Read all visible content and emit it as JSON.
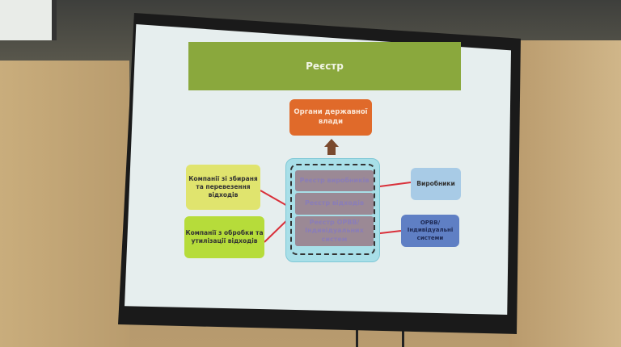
{
  "slide": {
    "title": "Реєстр",
    "authority": "Органи державної влади",
    "registry_rows": [
      "Реєстр виробників",
      "Реєстр відходів",
      "Реєстр ОРВВ/ Індивідуальних систем"
    ],
    "collectors": "Компанії зі збираня та перевезення відходів",
    "processors": "Компанії з обробки та утилізації відходів",
    "producers": "Виробники",
    "orvv": "ОРВВ/ Індивідуальні системи"
  }
}
